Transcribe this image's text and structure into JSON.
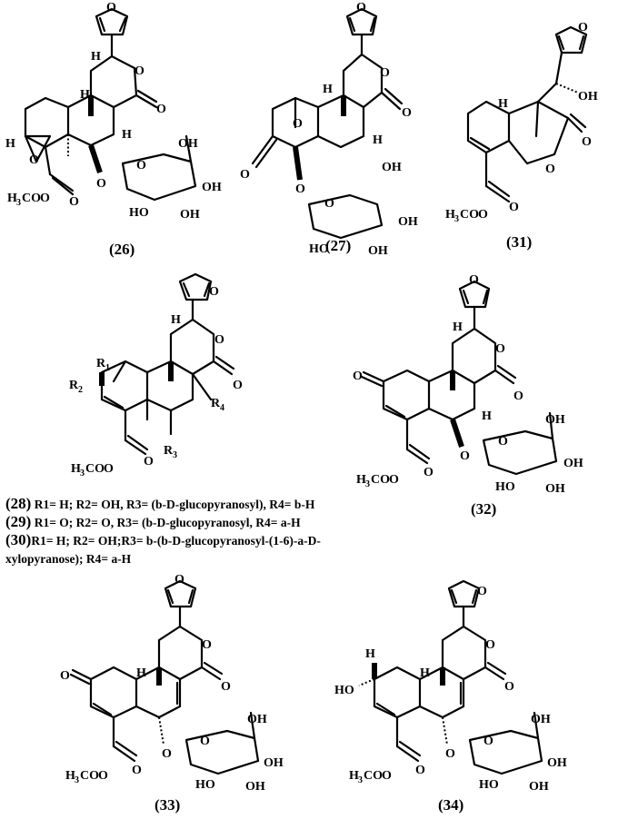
{
  "compounds": {
    "c26": {
      "id": "(26)"
    },
    "c27": {
      "id": "(27)"
    },
    "c31": {
      "id": "(31)"
    },
    "c28_30": {
      "id": ""
    },
    "c32": {
      "id": "(32)"
    },
    "c33": {
      "id": "(33)"
    },
    "c34": {
      "id": "(34)"
    }
  },
  "atoms": {
    "O": "O",
    "H": "H",
    "OH": "OH",
    "HO": "HO",
    "methyl_ester": "H",
    "methyl_ester_sub": "3",
    "methyl_ester_tail": "CO",
    "R1": "R",
    "R1_sub": "1",
    "R2": "R",
    "R2_sub": "2",
    "R3": "R",
    "R3_sub": "3",
    "R4": "R",
    "R4_sub": "4"
  },
  "substituent_legend": [
    {
      "id": "(28)",
      "text": " R1= H;  R2= OH, R3= (b-D-glucopyranosyl), R4= b-H"
    },
    {
      "id": "(29)",
      "text": " R1= O;  R2= O, R3= (b-D-glucopyranosyl,  R4= a-H"
    },
    {
      "id": "(30)",
      "text": "R1= H; R2= OH;R3= b-(b-D-glucopyranosyl-(1-6)-a-D-"
    },
    {
      "id": "",
      "text": "xylopyranose); R4= a-H"
    }
  ]
}
